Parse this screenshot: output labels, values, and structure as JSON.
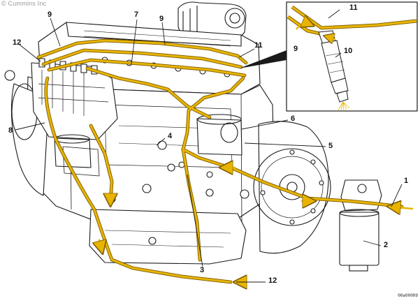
{
  "watermark": "© Cummins Inc",
  "figure_code": "00a00089",
  "colors": {
    "fuel_line": "#e8b400",
    "fuel_line_edge": "#7a5a00",
    "ink": "#1a1a1a",
    "flow_arrow": "#e8b400"
  },
  "callouts": [
    {
      "id": "1",
      "label": "1"
    },
    {
      "id": "2",
      "label": "2"
    },
    {
      "id": "3",
      "label": "3"
    },
    {
      "id": "4",
      "label": "4"
    },
    {
      "id": "5",
      "label": "5"
    },
    {
      "id": "6",
      "label": "6"
    },
    {
      "id": "7",
      "label": "7"
    },
    {
      "id": "8",
      "label": "8"
    },
    {
      "id": "9a",
      "label": "9"
    },
    {
      "id": "9b",
      "label": "9"
    },
    {
      "id": "11a",
      "label": "11"
    },
    {
      "id": "12a",
      "label": "12"
    },
    {
      "id": "12b",
      "label": "12"
    },
    {
      "id": "9c",
      "label": "9"
    },
    {
      "id": "10",
      "label": "10"
    },
    {
      "id": "11b",
      "label": "11"
    }
  ]
}
